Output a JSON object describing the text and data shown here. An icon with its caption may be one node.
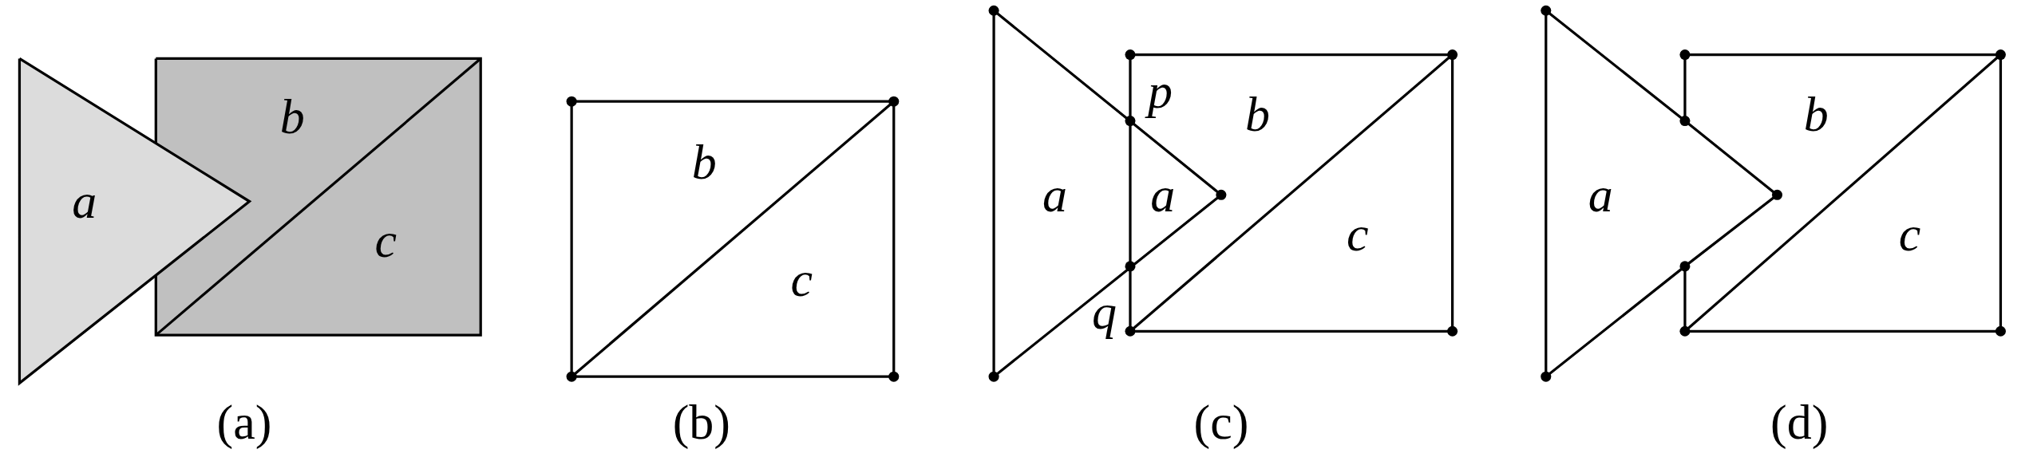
{
  "diagram": {
    "labels": [
      "a",
      "b",
      "c",
      "(a)",
      "b",
      "c",
      "(b)",
      "a",
      "p",
      "b",
      "a",
      "c",
      "q",
      "(c)",
      "a",
      "b",
      "c",
      "(d)"
    ]
  }
}
